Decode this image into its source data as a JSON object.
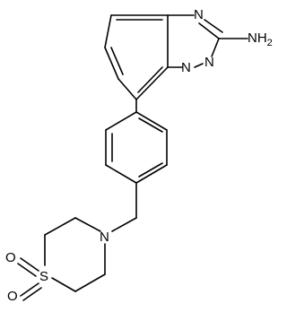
{
  "molecule": {
    "atoms": {
      "n1_label": "N",
      "n_bridge_label": "N",
      "n3_label": "N",
      "amine_label": "NH",
      "amine_subscript": "2",
      "n_thiomorpholine_label": "N",
      "s_label": "S",
      "o_top_label": "O",
      "o_bottom_label": "O"
    },
    "colors": {
      "bond": "#000000",
      "text": "#000000",
      "background": "#ffffff"
    }
  }
}
